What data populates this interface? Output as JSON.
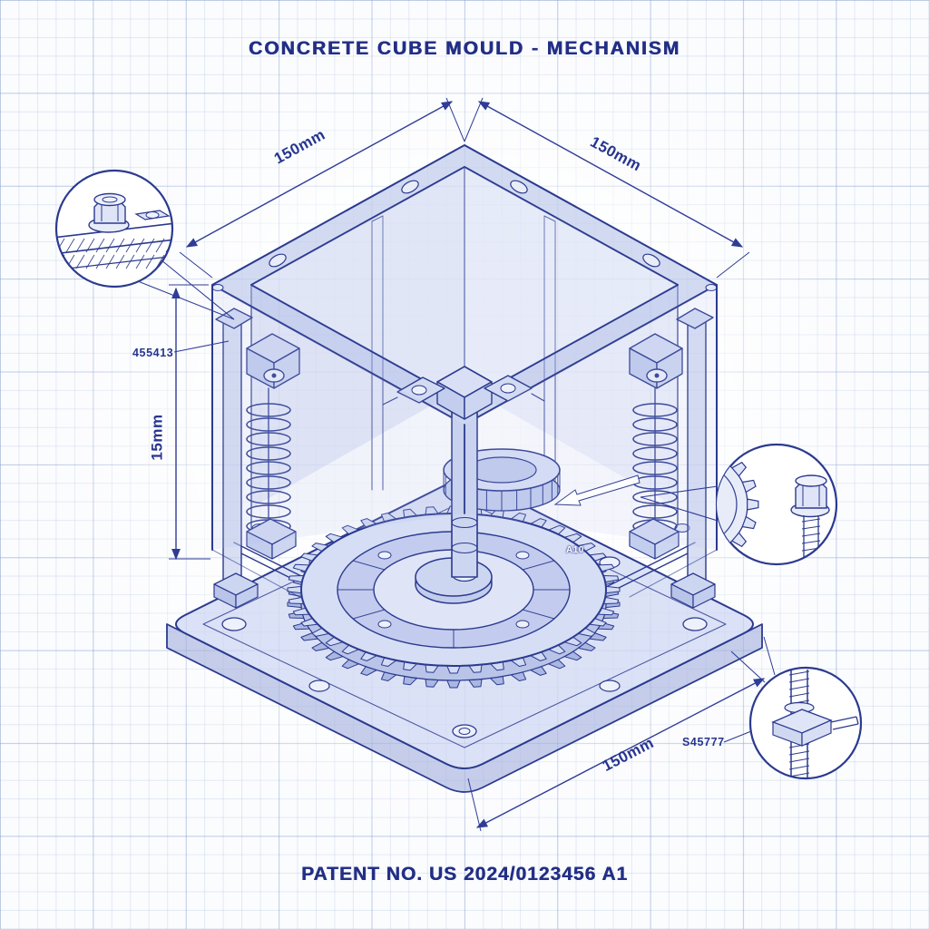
{
  "title": "CONCRETE CUBE MOULD - MECHANISM",
  "footer": {
    "patent": "PATENT NO. US 2024/0123456 A1"
  },
  "dimensions": {
    "top_left": "150mm",
    "top_right": "150mm",
    "height_left": "15mm",
    "bottom_right": "150mm"
  },
  "labels": {
    "part_left": "455413",
    "part_bottom_right": "S45777",
    "arrow_tag": "A10"
  },
  "colors": {
    "line": "#2b3a8f",
    "text": "#23307f",
    "paper": "#fbfcfe",
    "grid_minor": "#d7e0f0",
    "grid_major": "#c3d0e8",
    "fill_light": "#d6ddf4",
    "fill_mid": "#b9c4e8",
    "detail_bg": "#ffffff"
  }
}
